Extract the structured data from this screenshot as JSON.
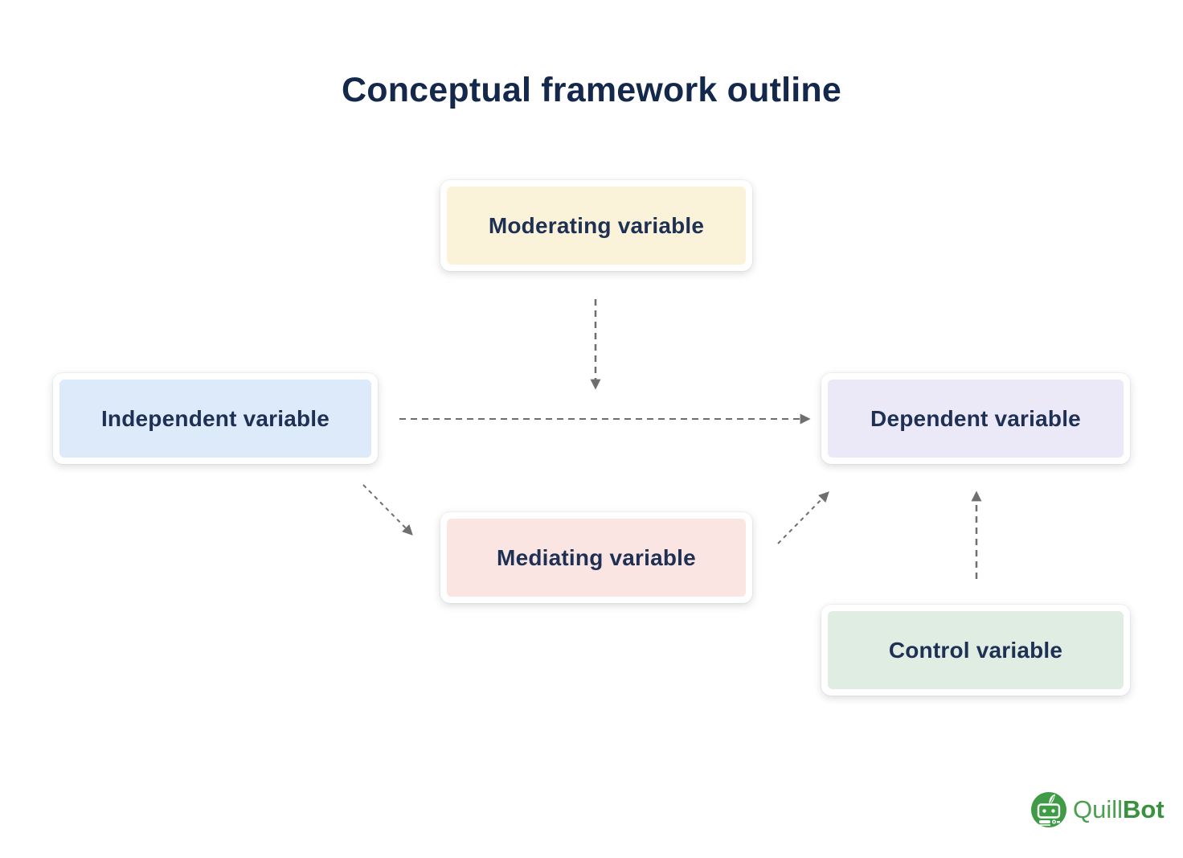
{
  "title": "Conceptual framework outline",
  "diagram": {
    "nodes": [
      {
        "id": "moderating",
        "label": "Moderating variable",
        "fill": "#FBF3D9"
      },
      {
        "id": "independent",
        "label": "Independent variable",
        "fill": "#DCEAFA"
      },
      {
        "id": "dependent",
        "label": "Dependent variable",
        "fill": "#EBE9F7"
      },
      {
        "id": "mediating",
        "label": "Mediating variable",
        "fill": "#FBE5E3"
      },
      {
        "id": "control",
        "label": "Control variable",
        "fill": "#E0EDE3"
      }
    ],
    "arrows": [
      {
        "from": "moderating",
        "to": "independent-dependent-path",
        "direction": "down",
        "style": "dashed"
      },
      {
        "from": "independent",
        "to": "dependent",
        "direction": "right",
        "style": "dashed"
      },
      {
        "from": "independent",
        "to": "mediating",
        "direction": "down-right",
        "style": "dashed"
      },
      {
        "from": "mediating",
        "to": "dependent",
        "direction": "up-right",
        "style": "dashed"
      },
      {
        "from": "control",
        "to": "dependent",
        "direction": "up",
        "style": "dashed"
      }
    ],
    "arrow_color": "#6F6F6F"
  },
  "colors": {
    "background": "#FFFFFF",
    "title_text": "#14284B",
    "node_text": "#1E3054",
    "logo_green": "#3F9B45"
  },
  "logo": {
    "text_quill": "Quill",
    "text_bot": "Bot"
  }
}
